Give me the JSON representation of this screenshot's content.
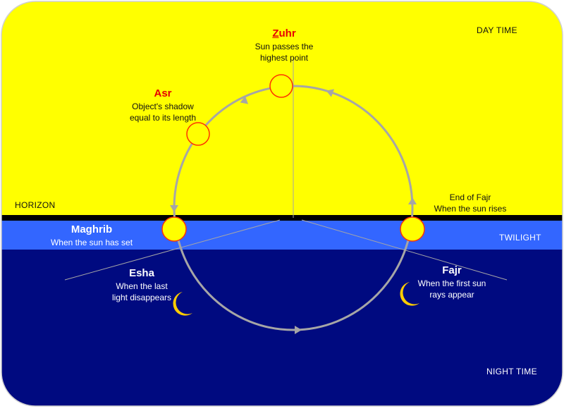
{
  "zones": {
    "day": "DAY TIME",
    "horizon": "HORIZON",
    "twilight": "TWILIGHT",
    "night": "NIGHT TIME"
  },
  "prayers": {
    "zuhr": {
      "initial": "Z",
      "rest": "uhr",
      "line1": "Sun passes the",
      "line2": "highest point"
    },
    "asr": {
      "title": "Asr",
      "line1": "Object's shadow",
      "line2": "equal to its length"
    },
    "maghrib": {
      "title": "Maghrib",
      "line1": "When the sun has set"
    },
    "fajr_end": {
      "line1": "End of Fajr",
      "line2": "When the sun rises"
    },
    "esha": {
      "title": "Esha",
      "line1": "When the last",
      "line2": "light disappears"
    },
    "fajr": {
      "title": "Fajr",
      "line1": "When the first sun",
      "line2": "rays appear"
    }
  },
  "colors": {
    "day": "#ffff00",
    "twilight": "#3366ff",
    "night": "#000a80",
    "horizon": "#000000",
    "sun_fill": "#ffff00",
    "sun_stroke": "#ff3300",
    "moon": "#ffcc00",
    "orbit": "#a6a6a6",
    "prayer_title": "#e60000"
  },
  "icons": {
    "sun": "sun-icon",
    "moon": "crescent-moon-icon",
    "arrow": "arrow-head-icon"
  }
}
